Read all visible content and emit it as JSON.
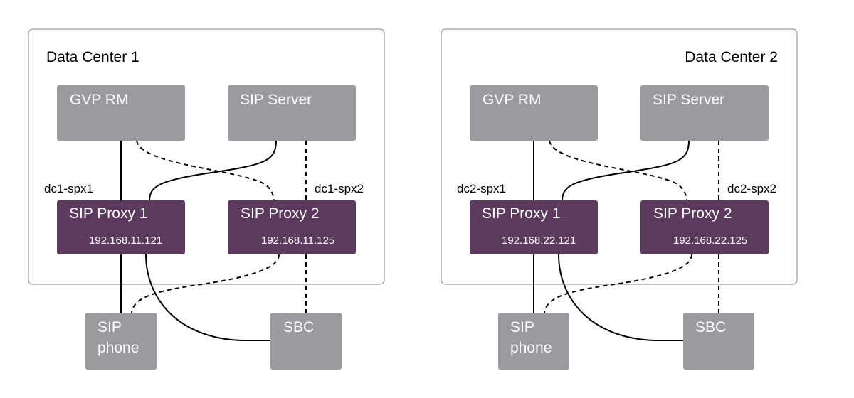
{
  "data_centers": [
    {
      "title": "Data Center 1",
      "gvp_rm": "GVP RM",
      "sip_server": "SIP Server",
      "proxy1": {
        "label": "SIP Proxy 1",
        "ip": "192.168.11.121",
        "id": "dc1-spx1"
      },
      "proxy2": {
        "label": "SIP Proxy 2",
        "ip": "192.168.11.125",
        "id": "dc1-spx2"
      },
      "sip_phone": [
        "SIP",
        "phone"
      ],
      "sbc": "SBC"
    },
    {
      "title": "Data Center 2",
      "gvp_rm": "GVP RM",
      "sip_server": "SIP Server",
      "proxy1": {
        "label": "SIP Proxy 1",
        "ip": "192.168.22.121",
        "id": "dc2-spx1"
      },
      "proxy2": {
        "label": "SIP Proxy 2",
        "ip": "192.168.22.125",
        "id": "dc2-spx2"
      },
      "sip_phone": [
        "SIP",
        "phone"
      ],
      "sbc": "SBC"
    }
  ],
  "colors": {
    "gray_box": "#9b9b9f",
    "proxy_box": "#5c3a5e",
    "container_border": "#9a9a9a",
    "line": "#000000",
    "box_text": "#ffffff",
    "label_text": "#000000"
  }
}
